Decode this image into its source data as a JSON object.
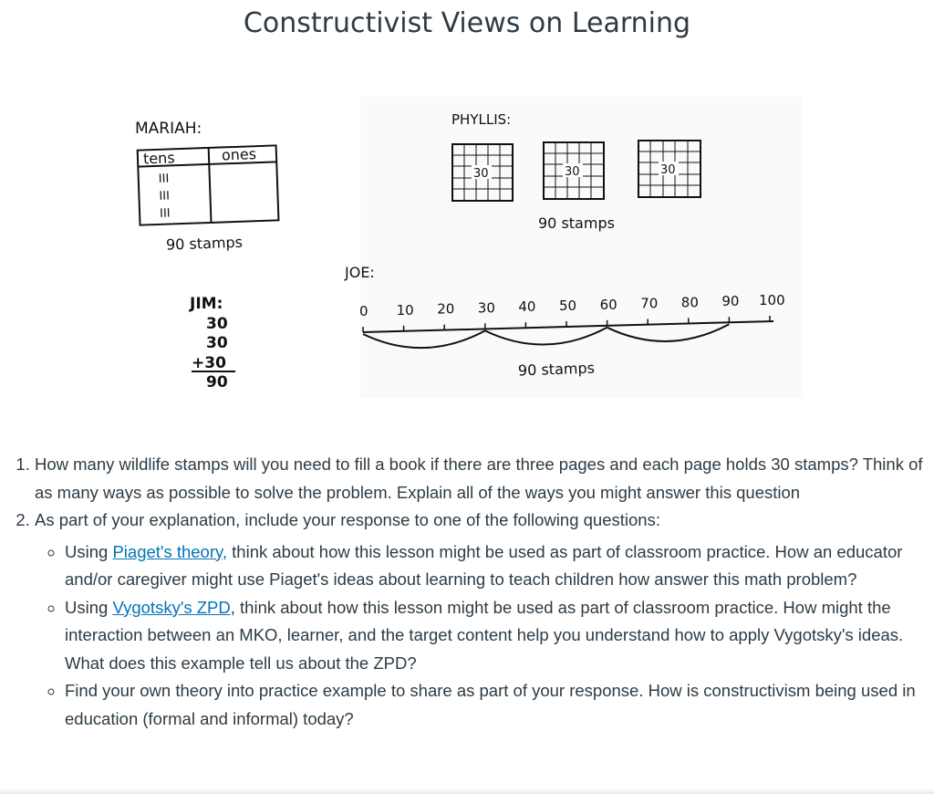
{
  "page": {
    "title": "Constructivist Views on Learning"
  },
  "figure": {
    "mariah": {
      "label": "MARIAH:",
      "col_tens": "tens",
      "col_ones": "ones",
      "tally_rows": [
        "III",
        "III",
        "III"
      ],
      "caption": "90 stamps"
    },
    "phyllis": {
      "label": "PHYLLIS:",
      "grid_labels": [
        "30",
        "30",
        "30"
      ],
      "caption": "90 stamps"
    },
    "joe": {
      "label": "JOE:",
      "ticks": [
        "0",
        "10",
        "20",
        "30",
        "40",
        "50",
        "60",
        "70",
        "80",
        "90",
        "100"
      ],
      "caption": "90 stamps"
    },
    "jim": {
      "label": "JIM:",
      "lines": [
        "30",
        "30",
        "+30",
        "90"
      ]
    }
  },
  "questions": {
    "q1": "How many wildlife stamps will you need to fill a book if there are three pages and each page holds 30 stamps? Think of as many ways as possible to solve the problem. Explain all of the ways you might answer this question",
    "q2": "As part of your explanation, include your response to one of the following questions:",
    "sub": [
      {
        "prefix": "Using ",
        "link": "Piaget's theory,",
        "rest": " think about how this lesson might be used as part of classroom practice. How an educator and/or caregiver might use Piaget's ideas about learning to teach children how answer this math problem?"
      },
      {
        "prefix": "Using ",
        "link": "Vygotsky's ZPD",
        "rest": ", think about how this lesson might be used as part of classroom practice. How might the interaction between an MKO, learner, and the target content help you understand how to apply Vygotsky's ideas. What does this example tell us about the ZPD?"
      },
      {
        "text": "Find your own theory into practice example to share as part of your response. How is constructivism being used in education (formal and informal) today?"
      }
    ]
  },
  "colors": {
    "text": "#2d3b45",
    "link": "#0374b5"
  }
}
